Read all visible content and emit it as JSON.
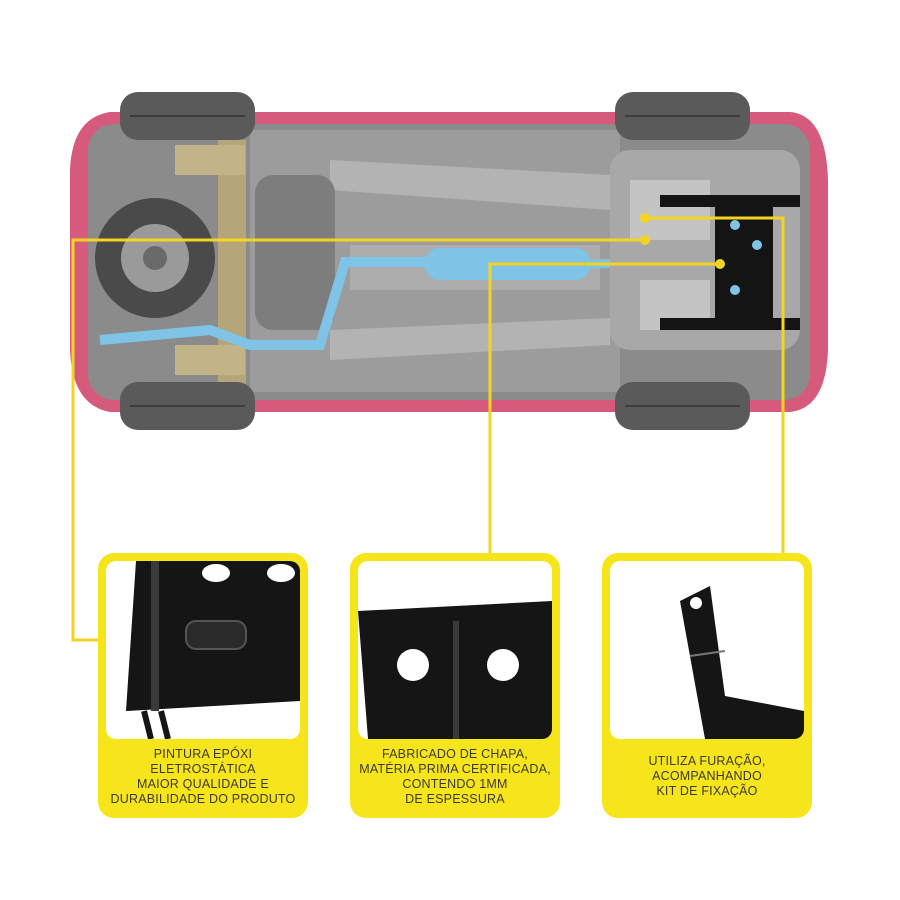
{
  "colors": {
    "card_background": "#f7e51b",
    "callout_line": "#f3d51f",
    "car_body": "#d55a7b",
    "exhaust": "#7fc4e6",
    "crossmember": "#141414"
  },
  "features": [
    {
      "icon": "painted-sheet-closeup-icon",
      "caption": "PINTURA EPÓXI\nELETROSTÁTICA\nMAIOR QUALIDADE E\nDURABILIDADE DO PRODUTO"
    },
    {
      "icon": "holed-sheet-closeup-icon",
      "caption": "FABRICADO DE CHAPA,\nMATÉRIA PRIMA CERTIFICADA,\nCONTENDO 1MM\nDE ESPESSURA"
    },
    {
      "icon": "bracket-closeup-icon",
      "caption": "UTILIZA FURAÇÃO,\nACOMPANHANDO\nKIT DE FIXAÇÃO"
    }
  ]
}
